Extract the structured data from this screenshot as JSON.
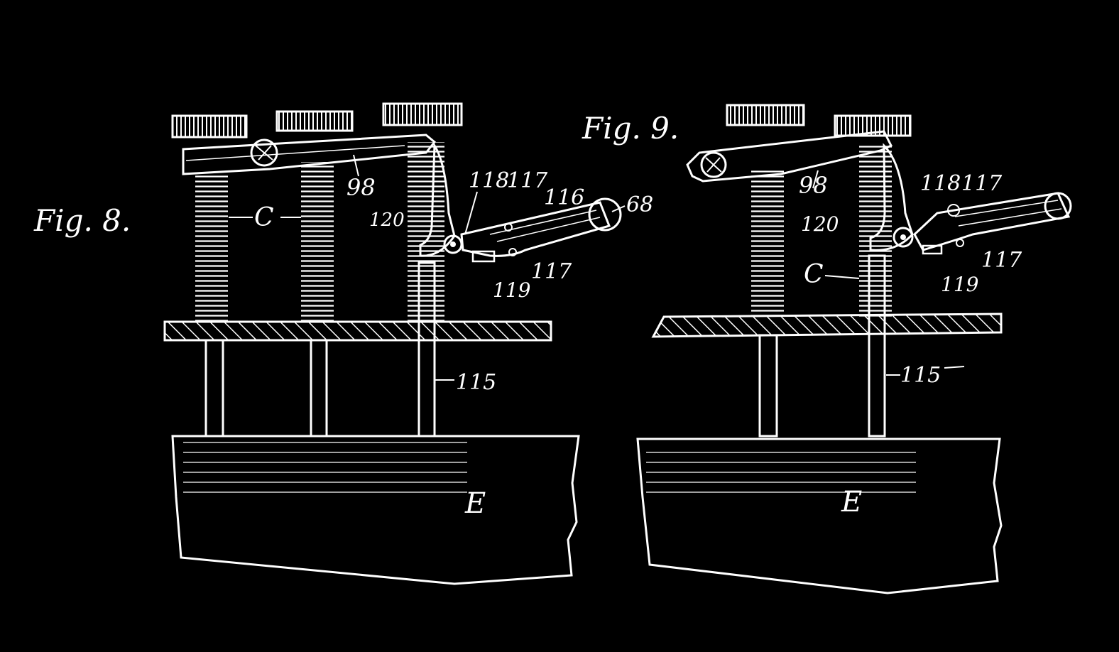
{
  "palette": {
    "background": "#000000",
    "ink": "#ffffff"
  },
  "figures": [
    {
      "title": "Fig. 8.",
      "labels": {
        "lever": "98",
        "spring": "C",
        "pawl": "118",
        "link": "117",
        "arm": "116",
        "handle": "68",
        "pivot": "120",
        "stop": "119",
        "link_lower": "117",
        "rod": "115",
        "base": "E"
      }
    },
    {
      "title": "Fig. 9.",
      "labels": {
        "lever": "98",
        "spring": "C",
        "pawl": "118",
        "link": "117",
        "pivot": "120",
        "stop": "119",
        "link_lower": "117",
        "rod": "115",
        "base": "E"
      }
    }
  ]
}
